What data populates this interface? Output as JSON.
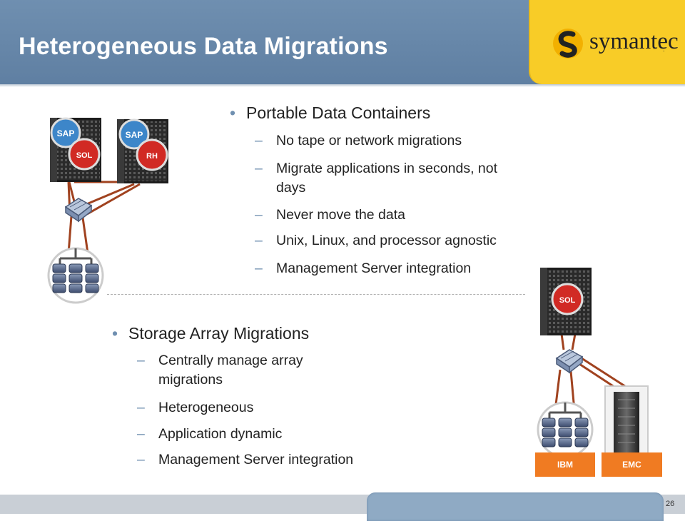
{
  "slide": {
    "title": "Heterogeneous Data Migrations",
    "logo_text": "symantec",
    "page_number": "26",
    "colors": {
      "header": "#6f8fb0",
      "logo_background": "#f8cc27",
      "label_orange": "#f07b22",
      "cable_brown": "#a0421f",
      "server_red": "#d12a24",
      "server_blue": "#3d86c9"
    }
  },
  "section1": {
    "heading": "Portable Data Containers",
    "items": [
      "No tape or network migrations",
      "Migrate applications in seconds, not",
      "days",
      "Never move the data",
      "Unix, Linux, and processor agnostic",
      "Management Server integration"
    ]
  },
  "section2": {
    "heading": "Storage Array Migrations",
    "items": [
      "Centrally manage array",
      "migrations",
      "Heterogeneous",
      "Application dynamic",
      "Management Server integration"
    ]
  },
  "diagram": {
    "server1": {
      "app": "SAP",
      "os": "SOL"
    },
    "server2": {
      "app": "SAP",
      "os": "RH"
    },
    "server3": {
      "os": "SOL"
    },
    "storage_labels": [
      "IBM",
      "EMC"
    ]
  }
}
